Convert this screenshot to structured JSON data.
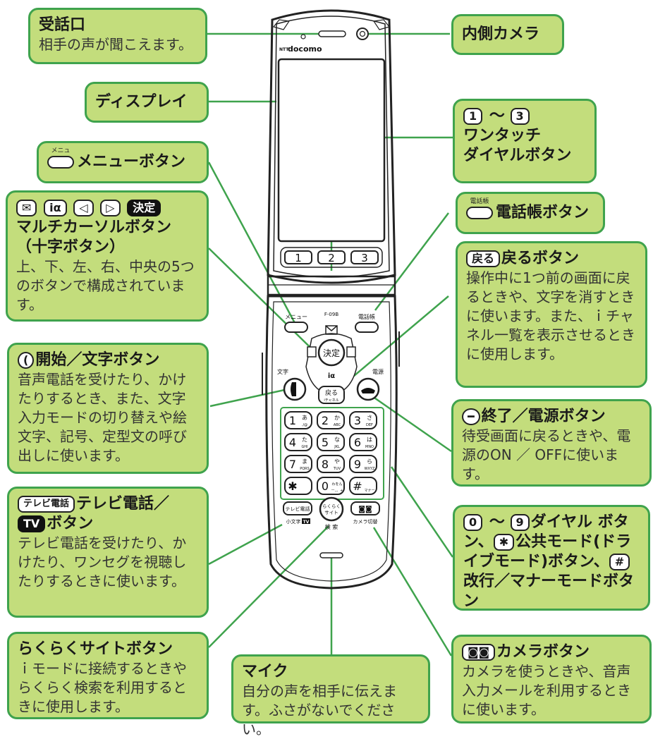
{
  "phone": {
    "brand": "docomo",
    "brand_prefix": "NTT",
    "model": "F-09B",
    "keys": {
      "menu_label": "メニュー",
      "phonebook_label": "電話帳",
      "moji_label": "文字",
      "power_label": "電源",
      "confirm_label": "決定",
      "back_label": "戻る",
      "back_sub": "iチャネル",
      "raku_line1": "らくらく",
      "raku_line2": "サイト",
      "search_label": "検 索",
      "tv_label": "テレビ電話",
      "small_char_label": "小文字",
      "tv_badge": "TV",
      "camera_label": "カメラ切替",
      "onetouch": [
        "1",
        "2",
        "3"
      ],
      "keypad": [
        {
          "num": "1",
          "kana": "あ",
          "sub": "./@"
        },
        {
          "num": "2",
          "kana": "か",
          "sub": "ABC"
        },
        {
          "num": "3",
          "kana": "さ",
          "sub": "DEF"
        },
        {
          "num": "4",
          "kana": "た",
          "sub": "GHI"
        },
        {
          "num": "5",
          "kana": "な",
          "sub": "JKL"
        },
        {
          "num": "6",
          "kana": "は",
          "sub": "MNO"
        },
        {
          "num": "7",
          "kana": "ま",
          "sub": "PQRS"
        },
        {
          "num": "8",
          "kana": "や",
          "sub": "TUV"
        },
        {
          "num": "9",
          "kana": "ら",
          "sub": "WXYZ"
        },
        {
          "num": "✱",
          "kana": "",
          "sub": ""
        },
        {
          "num": "0",
          "kana": "わをん",
          "sub": "ー、。+"
        },
        {
          "num": "#",
          "kana": "",
          "sub": "マナー"
        }
      ]
    }
  },
  "callouts": {
    "receiver": {
      "title": "受話口",
      "desc": "相手の声が聞こえます。"
    },
    "inner_camera": {
      "title": "内側カメラ"
    },
    "display": {
      "title": "ディスプレイ"
    },
    "onetouch": {
      "key1": "1",
      "tilde": "～",
      "key3": "3",
      "line1": "ワンタッチ",
      "line2": "ダイヤルボタン"
    },
    "menu": {
      "icon_label": "メニュー",
      "title": "メニューボタン"
    },
    "phonebook": {
      "icon_label": "電話帳",
      "title": "電話帳ボタン"
    },
    "multi": {
      "confirm_icon": "決定",
      "title1": "マルチカーソルボタン",
      "title2": "（十字ボタン）",
      "desc": "上、下、左、右、中央の5つのボタンで構成されています。"
    },
    "back": {
      "icon": "戻る",
      "title": "戻るボタン",
      "desc": "操作中に1つ前の画面に戻るときや、文字を消すときに使います。また、ｉチャネル一覧を表示させるときに使用します。"
    },
    "start": {
      "title": "開始／文字ボタン",
      "desc": "音声電話を受けたり、かけたりするとき、また、文字入力モードの切り替えや絵文字、記号、定型文の呼び出しに使います。"
    },
    "end": {
      "title": "終了／電源ボタン",
      "desc": "待受画面に戻るときや、電源のON ／ OFFに使います。"
    },
    "tv": {
      "icon": "テレビ電話",
      "title1": "テレビ電話／",
      "badge": "TV",
      "title2": "ボタン",
      "desc": "テレビ電話を受けたり、かけたり、ワンセグを視聴したりするときに使います。"
    },
    "dial": {
      "key0": "0",
      "tilde": "～",
      "key9": "9",
      "t1": "ダイヤル",
      "t2": "ボタン、",
      "t3": "公共モード(ドライブモード)ボタン、",
      "t4": "改行／マナーモードボタン"
    },
    "raku": {
      "title": "らくらくサイトボタン",
      "desc": "ｉモードに接続するときやらくらく検索を利用するときに使用します。"
    },
    "mic": {
      "title": "マイク",
      "desc": "自分の声を相手に伝えます。ふさがないでください。"
    },
    "camera": {
      "title": "カメラボタン",
      "desc": "カメラを使うときや、音声入力メールを利用するときに使います。"
    }
  },
  "colors": {
    "callout_fill": "#c3dd7c",
    "callout_border": "#3fa34d",
    "leader_line": "#3fa34d"
  }
}
